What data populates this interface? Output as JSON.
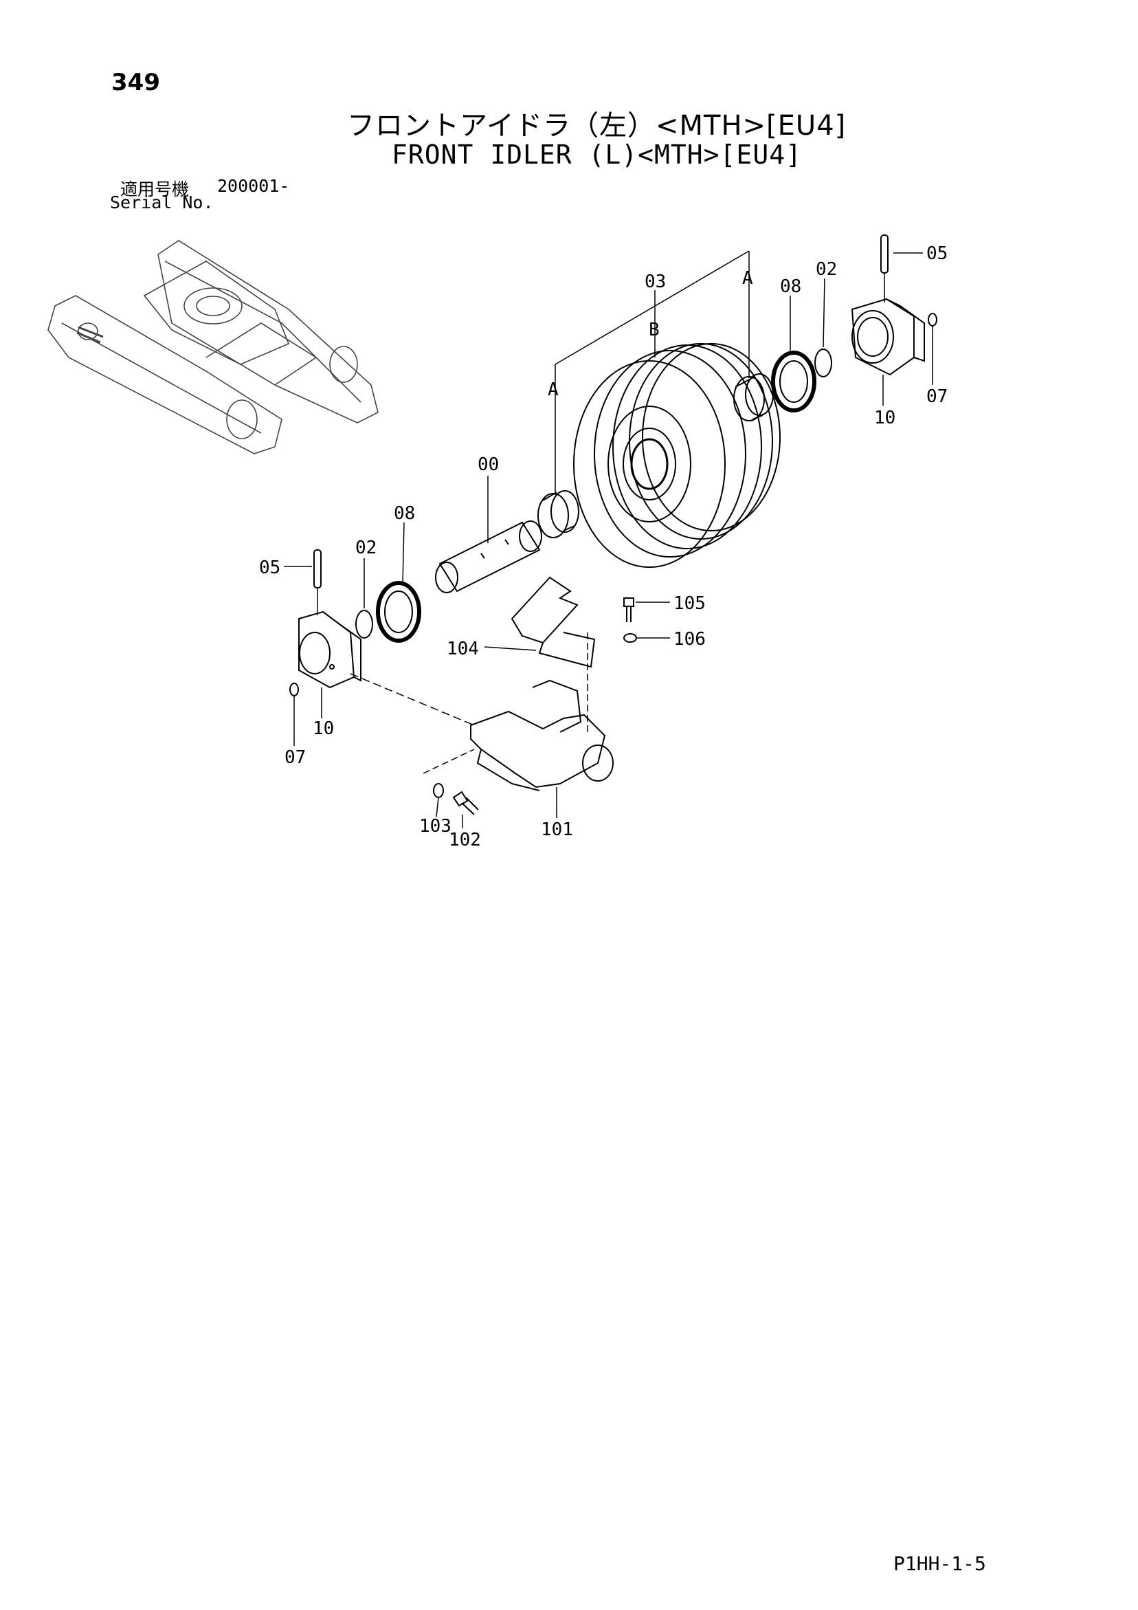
{
  "page_number": "349",
  "title_jp": "フロントアイドラ（左）<MTH>[EU4]",
  "title_en": "FRONT IDLER (L)<MTH>[EU4]",
  "serial": {
    "label_jp": "適用号機",
    "label_en": "Serial No.",
    "value": "200001-"
  },
  "callouts": {
    "c05_top": "05",
    "c02_top": "02",
    "c08_top": "08",
    "c03": "03",
    "cB": "B",
    "cA_top": "A",
    "cA_left": "A",
    "c10_top": "10",
    "c07_top": "07",
    "c00": "00",
    "c08_left": "08",
    "c02_left": "02",
    "c05_left": "05",
    "c105": "105",
    "c106": "106",
    "c104": "104",
    "c10_left": "10",
    "c07_left": "07",
    "c103": "103",
    "c102": "102",
    "c101": "101"
  },
  "page_code": "P1HH-1-5"
}
